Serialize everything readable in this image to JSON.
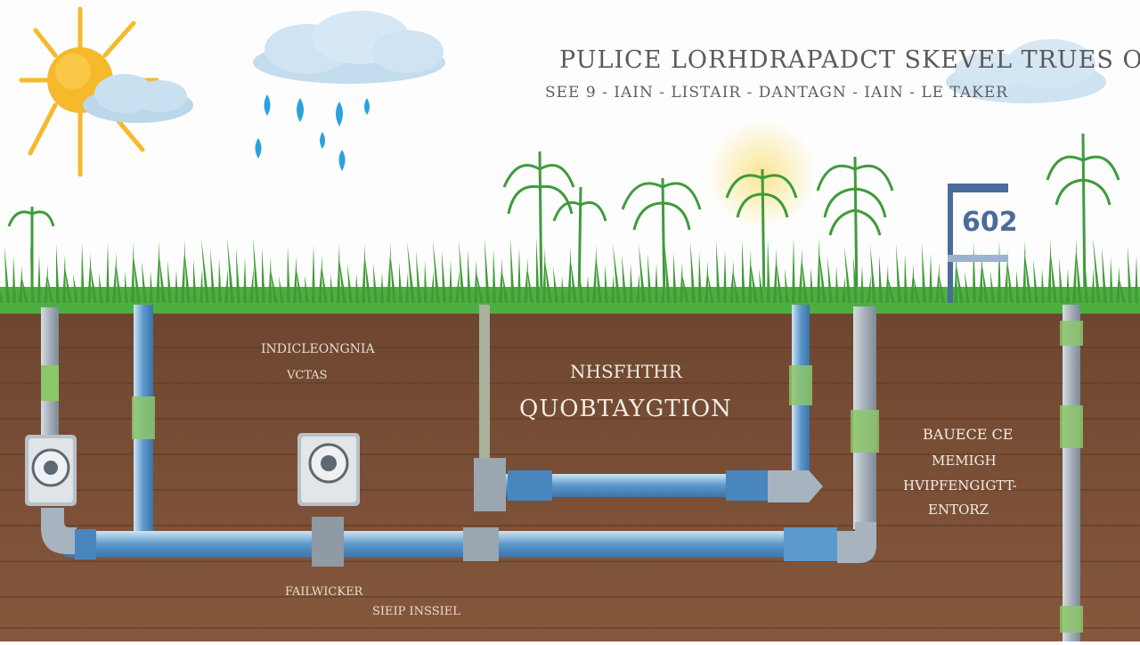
{
  "title": {
    "line1": "PULICE LORHDRAPADCT SKEVEL TRUES OF",
    "line2": "SEE 9 - IAIN - LISTAIR - DANTAGN - IAIN - LE TAKER"
  },
  "labels": {
    "upper_left_1": "INDICLEONGNIA",
    "upper_left_2": "VCTAS",
    "center_1": "NHSFHTHR",
    "center_2": "QUOBTAYGTION",
    "right_1": "BAUECE CE",
    "right_2": "MEMIGH",
    "right_3": "HVIPFENGIGTT-",
    "right_4": "ENTORZ",
    "bottom_1": "FAILWICKER",
    "bottom_2": "SIEIP INSSIEL"
  },
  "meter_sign": {
    "number": "602"
  },
  "icons": [
    "sun-icon",
    "cloud-icon",
    "raindrop-icon",
    "grass-icon",
    "palm-tree-icon",
    "pipe-icon",
    "water-meter-icon",
    "valve-icon",
    "meter-sign-icon"
  ],
  "colors": {
    "sky": "#fdfdfd",
    "sun": "#f6b92b",
    "rain": "#2aa2de",
    "grass": "#3aa534",
    "soil": "#7a4f35",
    "pipe": "#6fa6d4",
    "pipe_fitting": "#a7b4c0",
    "label_text": "#f2ece4",
    "title_text": "#5a5a5a"
  }
}
